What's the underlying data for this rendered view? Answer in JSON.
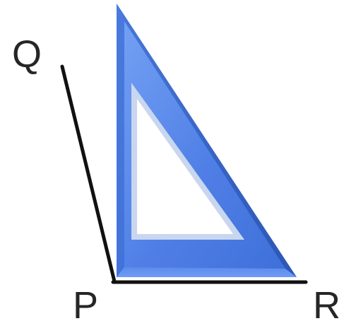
{
  "figure": {
    "labels": {
      "q": "Q",
      "p": "P",
      "r": "R"
    },
    "colors": {
      "set_square_light": "#6f9cf2",
      "set_square_main": "#4f7fe6",
      "set_square_dark": "#2f5cc4",
      "set_square_inner_border": "#c9d6ef",
      "line": "#111111",
      "label": "#262626",
      "background": "#ffffff"
    }
  }
}
